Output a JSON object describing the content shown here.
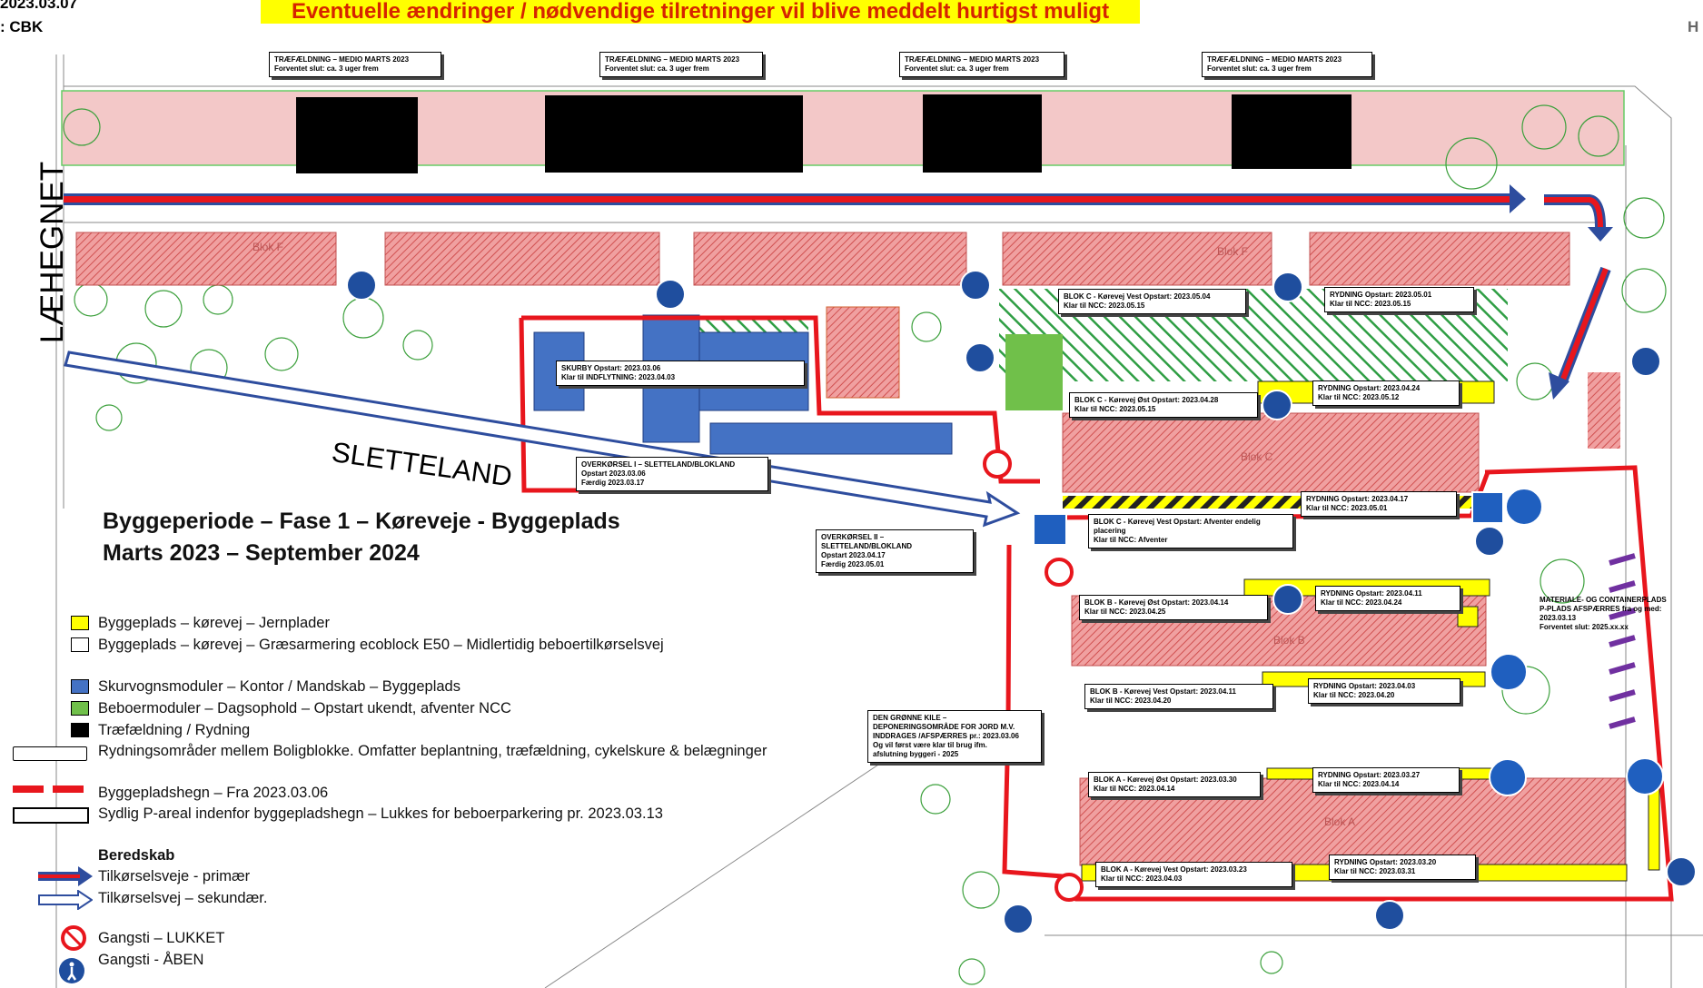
{
  "header": {
    "date_fragment": "2023.03.07",
    "author_fragment": ": CBK",
    "right_fragment": "H",
    "banner": "Eventuelle ændringer / nødvendige tilretninger vil blive meddelt hurtigst muligt"
  },
  "streets": {
    "west": "LÆHEGNET",
    "south": "SLETTELAND"
  },
  "blocks": {
    "f_west": "Blok F",
    "f_east": "Blok F",
    "c": "Blok C",
    "b": "Blok B",
    "a": "Blok A"
  },
  "tree_felling_boxes": [
    {
      "line1": "TRÆFÆLDNING – MEDIO MARTS 2023",
      "line2": "Forventet slut: ca. 3 uger frem"
    },
    {
      "line1": "TRÆFÆLDNING – MEDIO MARTS 2023",
      "line2": "Forventet slut: ca. 3 uger frem"
    },
    {
      "line1": "TRÆFÆLDNING – MEDIO MARTS 2023",
      "line2": "Forventet slut: ca. 3 uger frem"
    },
    {
      "line1": "TRÆFÆLDNING – MEDIO MARTS 2023",
      "line2": "Forventet slut: ca. 3 uger frem"
    }
  ],
  "labels": {
    "skurby": {
      "line1": "SKURBY Opstart: 2023.03.06",
      "line2": "Klar til INDFLYTNING: 2023.04.03"
    },
    "overkorsel1": {
      "line1": "OVERKØRSEL I – SLETTELAND/BLOKLAND",
      "line2": "Opstart 2023.03.06",
      "line3": "Færdig 2023.03.17"
    },
    "overkorsel2": {
      "line1": "OVERKØRSEL II – SLETTELAND/BLOKLAND",
      "line2": "Opstart 2023.04.17",
      "line3": "Færdig 2023.05.01"
    },
    "gronne_kile": {
      "line1": "DEN GRØNNE KILE –",
      "line2": "DEPONERINGSOMRÅDE FOR JORD M.V.",
      "line3": "INDDRAGES /AFSPÆRRES pr.: 2023.03.06",
      "line4": "Og vil først være klar til brug ifm.",
      "line5": "afslutning byggeri - 2025"
    },
    "materiale": {
      "line1": "MATERIALE- OG CONTAINERPLADS",
      "line2": "P-PLADS AFSPÆRRES fra og med: 2023.03.13",
      "line3": "Forventet slut: 2025.xx.xx"
    },
    "c_vest_top": {
      "line1": "BLOK C - Kørevej Vest Opstart: 2023.05.04",
      "line2": "Klar til NCC: 2023.05.15"
    },
    "c_rydning_top": {
      "line1": "RYDNING Opstart: 2023.05.01",
      "line2": "Klar til NCC: 2023.05.15"
    },
    "c_ost": {
      "line1": "BLOK C - Kørevej Øst Opstart: 2023.04.28",
      "line2": "Klar til NCC: 2023.05.15"
    },
    "c_rydning_mid": {
      "line1": "RYDNING Opstart: 2023.04.24",
      "line2": "Klar til NCC: 2023.05.12"
    },
    "c_vest_bot": {
      "line1": "BLOK C - Kørevej Vest Opstart: Afventer endelig",
      "line2": "placering",
      "line3": "Klar til NCC: Afventer"
    },
    "c_rydning_bot": {
      "line1": "RYDNING Opstart: 2023.04.17",
      "line2": "Klar til NCC: 2023.05.01"
    },
    "b_ost": {
      "line1": "BLOK B - Kørevej Øst Opstart: 2023.04.14",
      "line2": "Klar til NCC: 2023.04.25"
    },
    "b_rydning_top": {
      "line1": "RYDNING Opstart: 2023.04.11",
      "line2": "Klar til NCC: 2023.04.24"
    },
    "b_vest": {
      "line1": "BLOK B - Kørevej Vest Opstart: 2023.04.11",
      "line2": "Klar til NCC: 2023.04.20"
    },
    "b_rydning_bot": {
      "line1": "RYDNING Opstart: 2023.04.03",
      "line2": "Klar til NCC: 2023.04.20"
    },
    "a_ost": {
      "line1": "BLOK A - Kørevej Øst Opstart: 2023.03.30",
      "line2": "Klar til NCC: 2023.04.14"
    },
    "a_rydning_top": {
      "line1": "RYDNING Opstart: 2023.03.27",
      "line2": "Klar til NCC: 2023.04.14"
    },
    "a_vest": {
      "line1": "BLOK A - Kørevej Vest Opstart: 2023.03.23",
      "line2": "Klar til NCC: 2023.04.03"
    },
    "a_rydning_bot": {
      "line1": "RYDNING Opstart: 2023.03.20",
      "line2": "Klar til NCC: 2023.03.31"
    }
  },
  "legend": {
    "title_line1": "Byggeperiode – Fase 1 – Køreveje - Byggeplads",
    "title_line2": "Marts 2023 – September 2024",
    "items": [
      "Byggeplads – kørevej – Jernplader",
      "Byggeplads – kørevej – Græsarmering ecoblock E50 – Midlertidig beboertilkørselsvej",
      "Skurvognsmoduler – Kontor / Mandskab – Byggeplads",
      "Beboermoduler – Dagsophold – Opstart ukendt, afventer NCC",
      "Træfældning / Rydning",
      "Rydningsområder mellem Boligblokke. Omfatter beplantning, træfældning, cykelskure & belægninger",
      "Byggepladshegn – Fra 2023.03.06",
      "Sydlig P-areal indenfor byggepladshegn – Lukkes for beboerparkering pr. 2023.03.13"
    ],
    "beredskab_title": "Beredskab",
    "beredskab_items": [
      "Tilkørselsveje - primær",
      "Tilkørselsvej – sekundær."
    ],
    "path_items": [
      "Gangsti – LUKKET",
      "Gangsti - ÅBEN"
    ]
  },
  "colors": {
    "building": "#e37a7a",
    "fence": "#e8161d",
    "road_yellow": "#ffff00",
    "module_blue": "#4472c4",
    "module_green": "#70c04a",
    "arrow_blue": "#2e4d9e",
    "hatch_green": "#2f9e44"
  }
}
